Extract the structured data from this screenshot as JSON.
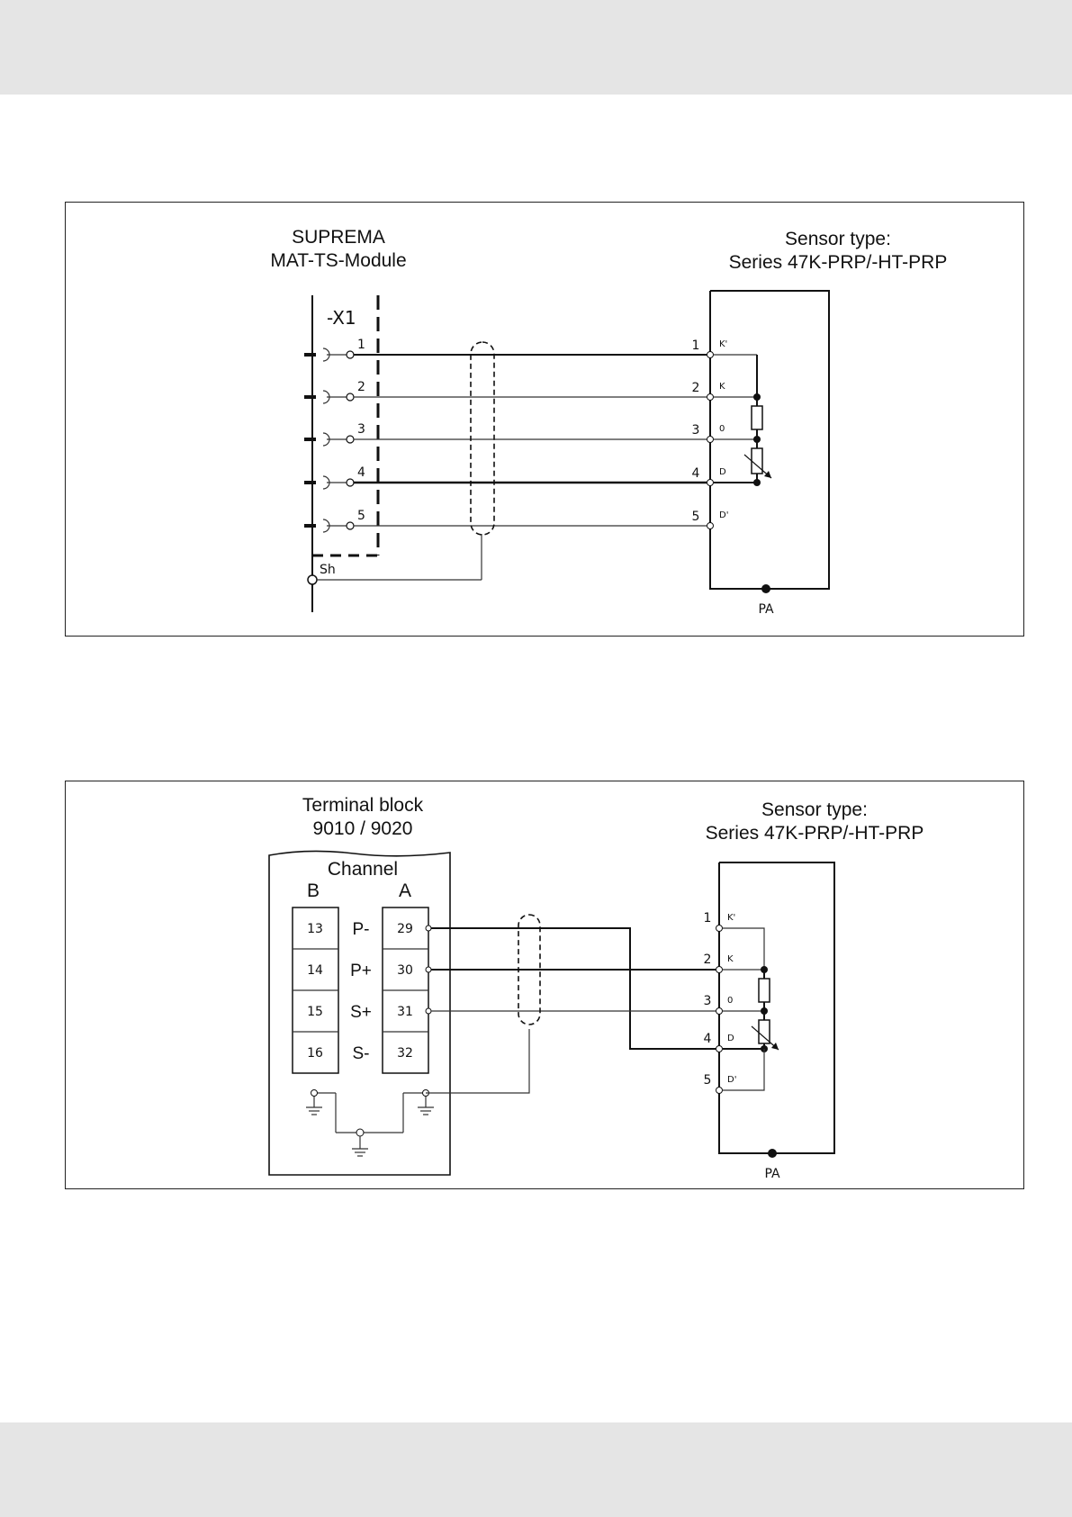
{
  "diagram1": {
    "module_title_line1": "SUPREMA",
    "module_title_line2": "MAT-TS-Module",
    "connector_label": "-X1",
    "terminals": [
      "1",
      "2",
      "3",
      "4",
      "5"
    ],
    "shield_label": "Sh",
    "sensor_title_line1": "Sensor type:",
    "sensor_title_line2": "Series 47K-PRP/-HT-PRP",
    "sensor_pins": [
      "1",
      "2",
      "3",
      "4",
      "5"
    ],
    "sensor_pin_codes": [
      "K'",
      "K",
      "0",
      "D",
      "D'"
    ],
    "pa_label": "PA"
  },
  "diagram2": {
    "block_title_line1": "Terminal block",
    "block_title_line2": "9010 / 9020",
    "channel_label": "Channel",
    "column_b_label": "B",
    "column_a_label": "A",
    "b_terminals": [
      "13",
      "14",
      "15",
      "16"
    ],
    "a_terminals": [
      "29",
      "30",
      "31",
      "32"
    ],
    "signal_labels": [
      "P-",
      "P+",
      "S+",
      "S-"
    ],
    "sensor_title_line1": "Sensor type:",
    "sensor_title_line2": "Series 47K-PRP/-HT-PRP",
    "sensor_pins": [
      "1",
      "2",
      "3",
      "4",
      "5"
    ],
    "sensor_pin_codes": [
      "K'",
      "K",
      "0",
      "D",
      "D'"
    ],
    "pa_label": "PA"
  }
}
